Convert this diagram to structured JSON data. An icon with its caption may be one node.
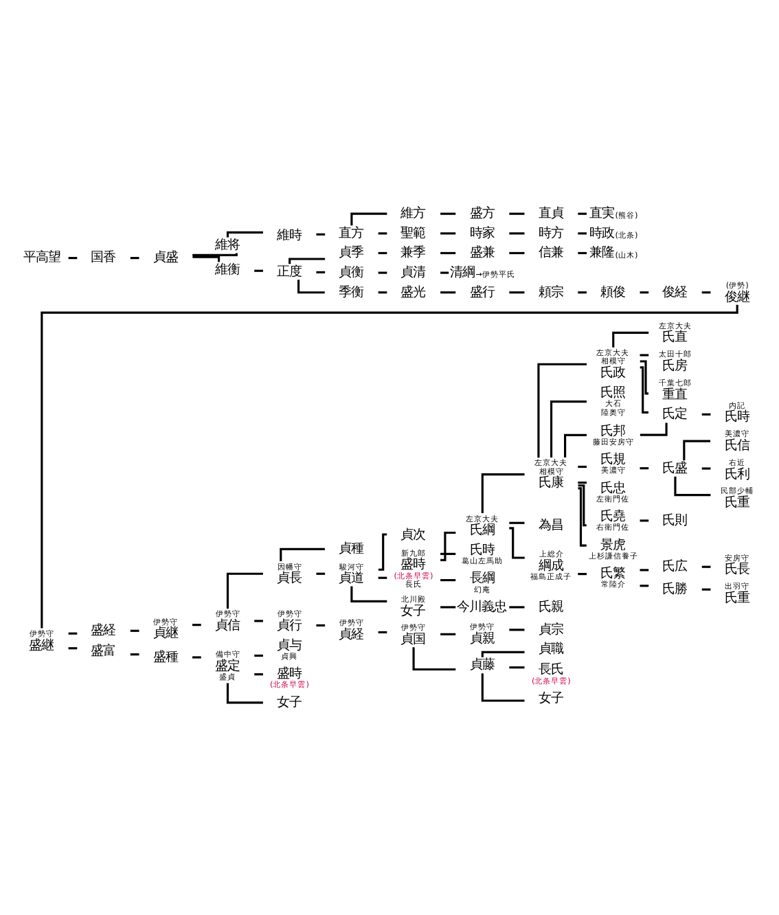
{
  "diagram": {
    "nodes": [
      {
        "text": [
          "平高望"
        ]
      },
      {
        "text": [
          "国香"
        ]
      },
      {
        "text": [
          "貞盛"
        ]
      },
      {
        "text": [
          "維将"
        ]
      },
      {
        "text": [
          "維時"
        ]
      },
      {
        "text": [
          "直方"
        ]
      },
      {
        "text": [
          "維方"
        ]
      },
      {
        "text": [
          "盛方"
        ]
      },
      {
        "text": [
          "直貞"
        ]
      },
      {
        "text": [
          "直実"
        ],
        "beside": [
          "(熊谷)"
        ]
      },
      {
        "text": [
          "聖範"
        ]
      },
      {
        "text": [
          "時家"
        ]
      },
      {
        "text": [
          "時方"
        ]
      },
      {
        "text": [
          "時政"
        ],
        "beside": [
          "(北条)"
        ]
      },
      {
        "text": [
          "維衡"
        ]
      },
      {
        "text": [
          "正度"
        ]
      },
      {
        "text": [
          "貞季"
        ]
      },
      {
        "text": [
          "兼季"
        ]
      },
      {
        "text": [
          "盛兼"
        ]
      },
      {
        "text": [
          "信兼"
        ]
      },
      {
        "text": [
          "兼隆"
        ],
        "beside": [
          "(山木)"
        ]
      },
      {
        "text": [
          "貞衡"
        ]
      },
      {
        "text": [
          "貞清"
        ]
      },
      {
        "text": [
          "清綱"
        ],
        "beside": [
          "→伊勢平氏"
        ]
      },
      {
        "text": [
          "季衡"
        ]
      },
      {
        "text": [
          "盛光"
        ]
      },
      {
        "text": [
          "盛行"
        ]
      },
      {
        "text": [
          "頼宗"
        ]
      },
      {
        "text": [
          "頼俊"
        ]
      },
      {
        "text": [
          "俊経"
        ]
      },
      {
        "text": [
          "俊継"
        ],
        "beside": [
          "(伊勢)"
        ]
      },
      {
        "text": [
          "盛継"
        ],
        "beside": [
          "伊勢守"
        ]
      },
      {
        "text": [
          "盛経"
        ]
      },
      {
        "text": [
          "貞継"
        ],
        "beside": [
          "伊勢守"
        ]
      },
      {
        "text": [
          "貞信"
        ],
        "beside": [
          "伊勢守"
        ]
      },
      {
        "text": [
          "貞長"
        ],
        "beside": [
          "因幡守"
        ]
      },
      {
        "text": [
          "貞種"
        ]
      },
      {
        "text": [
          "貞道"
        ],
        "beside": [
          "駿河守"
        ]
      },
      {
        "text": [
          "貞次"
        ]
      },
      {
        "text": [
          "盛時"
        ],
        "beside": [
          "新九郎",
          "(北条早雲)",
          "長氏"
        ]
      },
      {
        "text": [
          "女子"
        ],
        "beside": [
          "北川殿"
        ]
      },
      {
        "text": [
          "今川義忠"
        ]
      },
      {
        "text": [
          "氏綱"
        ],
        "beside": [
          "左京大夫"
        ]
      },
      {
        "text": [
          "氏時"
        ],
        "beside": [
          "葛山左馬助"
        ]
      },
      {
        "text": [
          "長綱"
        ],
        "beside": [
          "幻庵"
        ]
      },
      {
        "text": [
          "氏親"
        ]
      },
      {
        "text": [
          "氏康"
        ],
        "beside": [
          "左京大夫",
          "相模守"
        ]
      },
      {
        "text": [
          "為昌"
        ]
      },
      {
        "text": [
          "氏政"
        ],
        "beside": [
          "左京大夫",
          "相模守"
        ]
      },
      {
        "text": [
          "氏照"
        ],
        "beside": [
          "大石",
          "陸奥守"
        ]
      },
      {
        "text": [
          "氏邦"
        ],
        "beside": [
          "藤田安房守"
        ]
      },
      {
        "text": [
          "氏規"
        ],
        "beside": [
          "美濃守"
        ]
      },
      {
        "text": [
          "氏忠"
        ],
        "beside": [
          "左衛門佐"
        ]
      },
      {
        "text": [
          "氏堯"
        ],
        "beside": [
          "右衛門佐"
        ]
      },
      {
        "text": [
          "景虎"
        ],
        "beside": [
          "上杉謙信養子"
        ]
      },
      {
        "text": [
          "氏直"
        ],
        "beside": [
          "左京大夫"
        ]
      },
      {
        "text": [
          "氏房"
        ],
        "beside": [
          "太田十郎"
        ]
      },
      {
        "text": [
          "重直"
        ],
        "beside": [
          "千葉七郎"
        ]
      },
      {
        "text": [
          "氏定"
        ]
      },
      {
        "text": [
          "氏時"
        ],
        "beside": [
          "内記"
        ]
      },
      {
        "text": [
          "氏盛"
        ]
      },
      {
        "text": [
          "氏信"
        ],
        "beside": [
          "美濃守"
        ]
      },
      {
        "text": [
          "氏利"
        ],
        "beside": [
          "右近"
        ]
      },
      {
        "text": [
          "氏重"
        ],
        "beside": [
          "民部少輔"
        ]
      },
      {
        "text": [
          "氏則"
        ]
      },
      {
        "text": [
          "綱成"
        ],
        "beside": [
          "上総介",
          "福島正成子"
        ]
      },
      {
        "text": [
          "氏繁"
        ],
        "beside": [
          "常陸介"
        ]
      },
      {
        "text": [
          "氏広"
        ]
      },
      {
        "text": [
          "氏長"
        ],
        "beside": [
          "安房守"
        ]
      },
      {
        "text": [
          "氏勝"
        ]
      },
      {
        "text": [
          "氏重"
        ],
        "beside": [
          "出羽守"
        ]
      },
      {
        "text": [
          "盛富"
        ]
      },
      {
        "text": [
          "盛種"
        ]
      },
      {
        "text": [
          "盛定"
        ],
        "beside": [
          "備中守",
          "盛貞"
        ]
      },
      {
        "text": [
          "貞与"
        ],
        "beside": [
          "貞興"
        ]
      },
      {
        "text": [
          "盛時"
        ],
        "beside": [
          "(北条早雲)"
        ]
      },
      {
        "text": [
          "女子"
        ]
      },
      {
        "text": [
          "貞行"
        ],
        "beside": [
          "伊勢守"
        ]
      },
      {
        "text": [
          "貞経"
        ],
        "beside": [
          "伊勢守"
        ]
      },
      {
        "text": [
          "貞国"
        ],
        "beside": [
          "伊勢守"
        ]
      },
      {
        "text": [
          "貞親"
        ],
        "beside": [
          "伊勢守"
        ]
      },
      {
        "text": [
          "貞宗"
        ]
      },
      {
        "text": [
          "貞藤"
        ]
      },
      {
        "text": [
          "貞職"
        ]
      },
      {
        "text": [
          "長氏"
        ],
        "beside": [
          "(北条早雲)"
        ]
      },
      {
        "text": [
          "女子"
        ]
      }
    ],
    "edges": [
      {
        "from": 0,
        "to": 1,
        "arrow": "none"
      },
      {
        "from": 1,
        "to": 2,
        "arrow": "none"
      },
      {
        "from": 2,
        "to": 3,
        "arrow": "none"
      },
      {
        "from": 3,
        "to": 4,
        "arrow": "none"
      },
      {
        "from": 4,
        "to": 5,
        "arrow": "none"
      },
      {
        "from": 5,
        "to": 6,
        "arrow": "none"
      },
      {
        "from": 6,
        "to": 7,
        "arrow": "none"
      },
      {
        "from": 7,
        "to": 8,
        "arrow": "none"
      },
      {
        "from": 8,
        "to": 9,
        "arrow": "none"
      },
      {
        "from": 5,
        "to": 10,
        "arrow": "none"
      },
      {
        "from": 10,
        "to": 11,
        "arrow": "none"
      },
      {
        "from": 11,
        "to": 12,
        "arrow": "none"
      },
      {
        "from": 12,
        "to": 13,
        "arrow": "none"
      },
      {
        "from": 2,
        "to": 14,
        "arrow": "none"
      },
      {
        "from": 14,
        "to": 15,
        "arrow": "none"
      },
      {
        "from": 15,
        "to": 16,
        "arrow": "none"
      },
      {
        "from": 16,
        "to": 17,
        "arrow": "none"
      },
      {
        "from": 17,
        "to": 18,
        "arrow": "none"
      },
      {
        "from": 18,
        "to": 19,
        "arrow": "none"
      },
      {
        "from": 19,
        "to": 20,
        "arrow": "none"
      },
      {
        "from": 15,
        "to": 21,
        "arrow": "none"
      },
      {
        "from": 21,
        "to": 22,
        "arrow": "none"
      },
      {
        "from": 22,
        "to": 23,
        "arrow": "none"
      },
      {
        "from": 15,
        "to": 24,
        "arrow": "none"
      },
      {
        "from": 24,
        "to": 25,
        "arrow": "none"
      },
      {
        "from": 25,
        "to": 26,
        "arrow": "none"
      },
      {
        "from": 26,
        "to": 27,
        "arrow": "none"
      },
      {
        "from": 27,
        "to": 28,
        "arrow": "none"
      },
      {
        "from": 28,
        "to": 29,
        "arrow": "none"
      },
      {
        "from": 29,
        "to": 30,
        "arrow": "none"
      },
      {
        "from": 30,
        "to": 31,
        "arrow": "none"
      },
      {
        "from": 31,
        "to": 32,
        "arrow": "none"
      },
      {
        "from": 32,
        "to": 33,
        "arrow": "none"
      },
      {
        "from": 33,
        "to": 34,
        "arrow": "none"
      },
      {
        "from": 34,
        "to": 35,
        "arrow": "none"
      },
      {
        "from": 35,
        "to": 36,
        "arrow": "none"
      },
      {
        "from": 35,
        "to": 37,
        "arrow": "none"
      },
      {
        "from": 37,
        "to": 38,
        "arrow": "none"
      },
      {
        "from": 37,
        "to": 39,
        "arrow": "none"
      },
      {
        "from": 37,
        "to": 40,
        "arrow": "none"
      },
      {
        "from": 40,
        "to": 41,
        "arrow": "none"
      },
      {
        "from": 41,
        "to": 45,
        "arrow": "none"
      },
      {
        "from": 39,
        "to": 42,
        "arrow": "none"
      },
      {
        "from": 39,
        "to": 43,
        "arrow": "none"
      },
      {
        "from": 39,
        "to": 44,
        "arrow": "none"
      },
      {
        "from": 42,
        "to": 46,
        "arrow": "none"
      },
      {
        "from": 42,
        "to": 47,
        "arrow": "none"
      },
      {
        "from": 42,
        "to": 65,
        "arrow": "none"
      },
      {
        "from": 46,
        "to": 48,
        "arrow": "none"
      },
      {
        "from": 46,
        "to": 49,
        "arrow": "none"
      },
      {
        "from": 46,
        "to": 50,
        "arrow": "none"
      },
      {
        "from": 46,
        "to": 51,
        "arrow": "none"
      },
      {
        "from": 46,
        "to": 52,
        "arrow": "none"
      },
      {
        "from": 46,
        "to": 53,
        "arrow": "none"
      },
      {
        "from": 46,
        "to": 54,
        "arrow": "none"
      },
      {
        "from": 48,
        "to": 55,
        "arrow": "none"
      },
      {
        "from": 48,
        "to": 56,
        "arrow": "none"
      },
      {
        "from": 48,
        "to": 57,
        "arrow": "none"
      },
      {
        "from": 48,
        "to": 58,
        "arrow": "none"
      },
      {
        "from": 50,
        "to": 58,
        "arrow": "none"
      },
      {
        "from": 58,
        "to": 59,
        "arrow": "none"
      },
      {
        "from": 51,
        "to": 60,
        "arrow": "none"
      },
      {
        "from": 60,
        "to": 61,
        "arrow": "none"
      },
      {
        "from": 60,
        "to": 62,
        "arrow": "none"
      },
      {
        "from": 60,
        "to": 63,
        "arrow": "none"
      },
      {
        "from": 53,
        "to": 64,
        "arrow": "none"
      },
      {
        "from": 65,
        "to": 66,
        "arrow": "none"
      },
      {
        "from": 66,
        "to": 67,
        "arrow": "none"
      },
      {
        "from": 67,
        "to": 68,
        "arrow": "none"
      },
      {
        "from": 66,
        "to": 69,
        "arrow": "none"
      },
      {
        "from": 69,
        "to": 70,
        "arrow": "none"
      },
      {
        "from": 31,
        "to": 71,
        "arrow": "none"
      },
      {
        "from": 71,
        "to": 72,
        "arrow": "none"
      },
      {
        "from": 72,
        "to": 73,
        "arrow": "none"
      },
      {
        "from": 73,
        "to": 74,
        "arrow": "none"
      },
      {
        "from": 73,
        "to": 75,
        "arrow": "none"
      },
      {
        "from": 73,
        "to": 76,
        "arrow": "none"
      },
      {
        "from": 34,
        "to": 77,
        "arrow": "none"
      },
      {
        "from": 77,
        "to": 78,
        "arrow": "none"
      },
      {
        "from": 78,
        "to": 79,
        "arrow": "none"
      },
      {
        "from": 79,
        "to": 80,
        "arrow": "none"
      },
      {
        "from": 80,
        "to": 81,
        "arrow": "none"
      },
      {
        "from": 79,
        "to": 82,
        "arrow": "none"
      },
      {
        "from": 82,
        "to": 83,
        "arrow": "none"
      },
      {
        "from": 82,
        "to": 84,
        "arrow": "none"
      },
      {
        "from": 82,
        "to": 85,
        "arrow": "none"
      }
    ]
  }
}
